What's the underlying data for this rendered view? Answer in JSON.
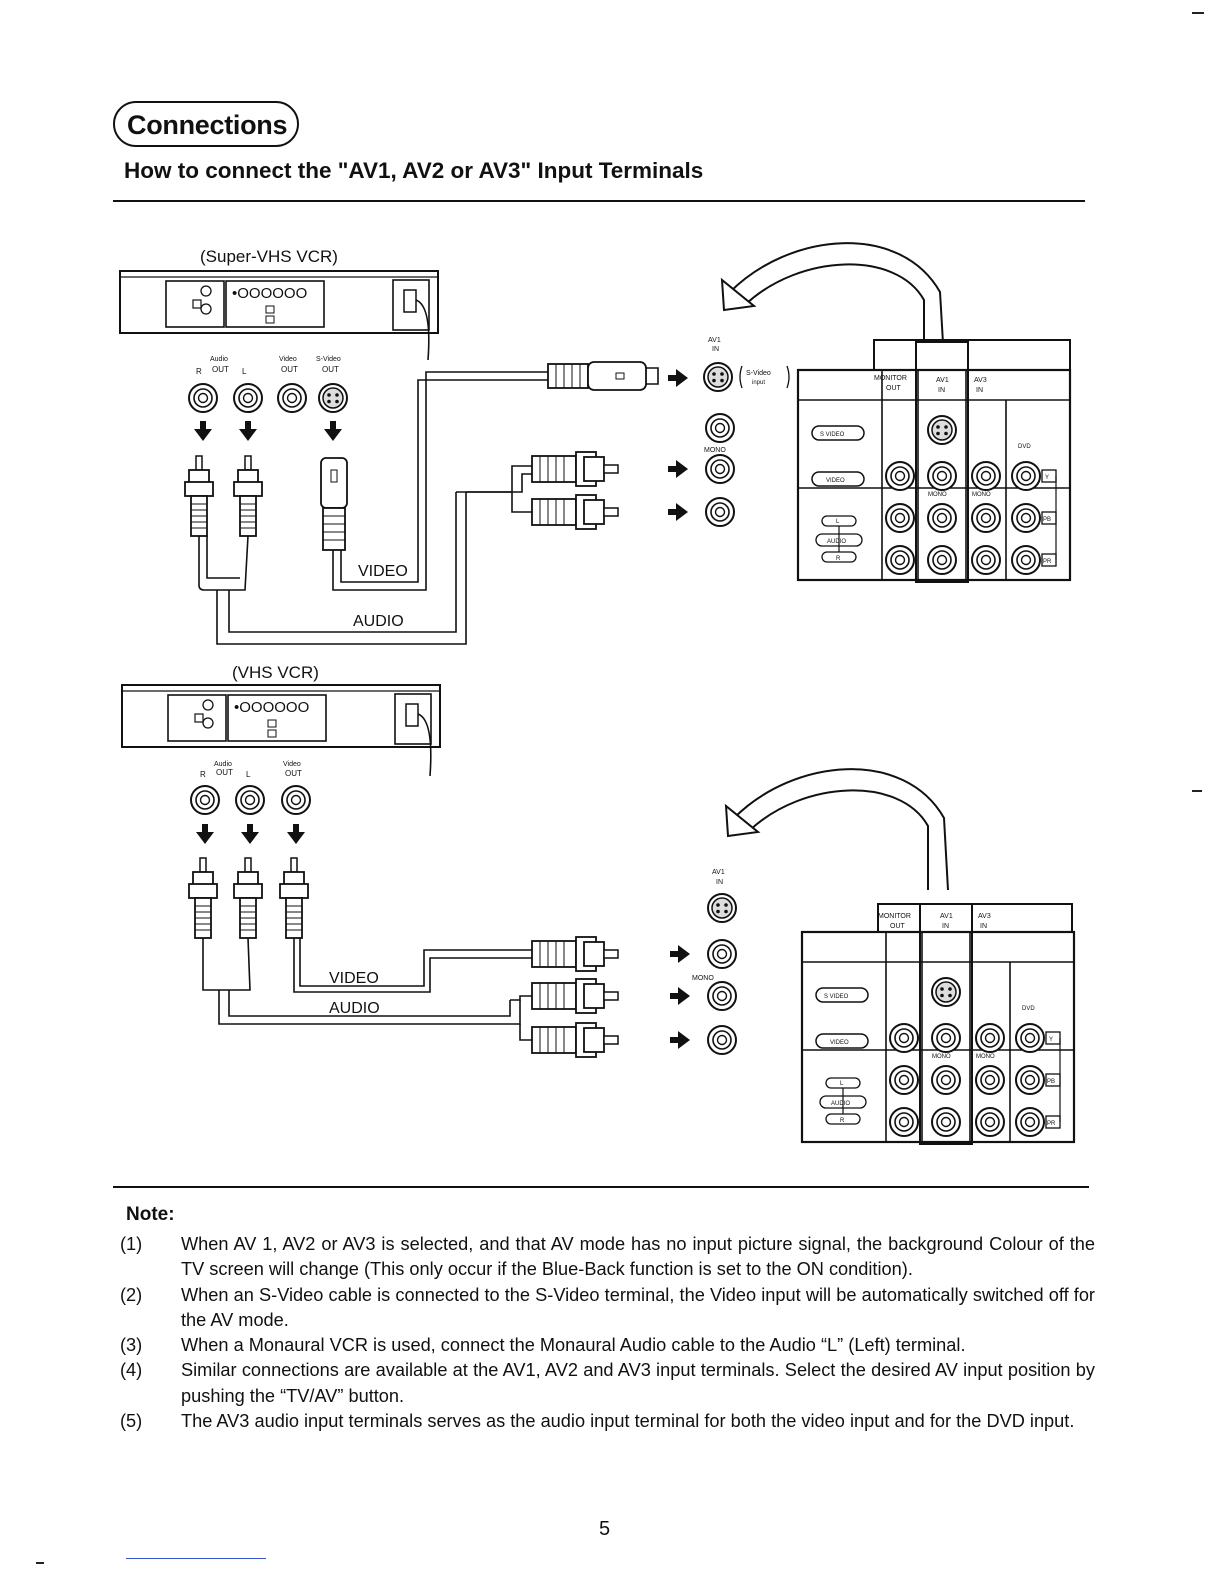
{
  "section_title": "Connections",
  "heading": "How to connect the \"AV1, AV2 or AV3\" Input Terminals",
  "diagram1": {
    "device_title": "(Super-VHS VCR)",
    "panel_display": "•OOOOOO",
    "audio_label": "Audio",
    "out_r": "R",
    "out_label": "OUT",
    "out_l": "L",
    "video_label": "Video",
    "video_out": "OUT",
    "svideo_label": "S-Video",
    "svideo_out": "OUT",
    "cable_video": "VIDEO",
    "cable_audio": "AUDIO",
    "av1": "AV1",
    "in": "IN",
    "svideo_input_1": "S-Video",
    "svideo_input_2": "input",
    "mono": "MONO"
  },
  "diagram2": {
    "device_title": "(VHS VCR)",
    "panel_display": "•OOOOOO",
    "audio_label": "Audio",
    "out_r": "R",
    "out_label": "OUT",
    "out_l": "L",
    "video_label": "Video",
    "video_out": "OUT",
    "cable_video": "VIDEO",
    "cable_audio": "AUDIO",
    "av1": "AV1",
    "in": "IN",
    "mono": "MONO"
  },
  "tv_panel": {
    "monitor": "MONITOR",
    "out": "OUT",
    "av1": "AV1",
    "av3": "AV3",
    "in": "IN",
    "s_video": "S VIDEO",
    "video": "VIDEO",
    "l": "L",
    "audio": "AUDIO",
    "r": "R",
    "mono": "MONO",
    "dvd": "DVD",
    "y": "Y",
    "pb": "PB",
    "pr": "PR"
  },
  "note_title": "Note:",
  "notes": [
    {
      "num": "(1)",
      "text": "When AV 1, AV2 or AV3 is selected, and that AV mode has no input picture signal, the background Colour of the TV screen will change (This only occur if the Blue-Back function is set to the ON condition)."
    },
    {
      "num": "(2)",
      "text": "When an S-Video cable is connected to the S-Video terminal, the Video input will be automatically switched off for the AV mode."
    },
    {
      "num": "(3)",
      "text": "When a Monaural VCR is used, connect the Monaural Audio cable to the Audio “L” (Left) terminal."
    },
    {
      "num": "(4)",
      "text": "Similar connections are available at the AV1, AV2 and AV3 input terminals. Select the desired AV input position by pushing the “TV/AV” button."
    },
    {
      "num": "(5)",
      "text": "The AV3 audio input terminals serves as the audio input terminal for both the video input and for the DVD input."
    }
  ],
  "page_number": "5"
}
